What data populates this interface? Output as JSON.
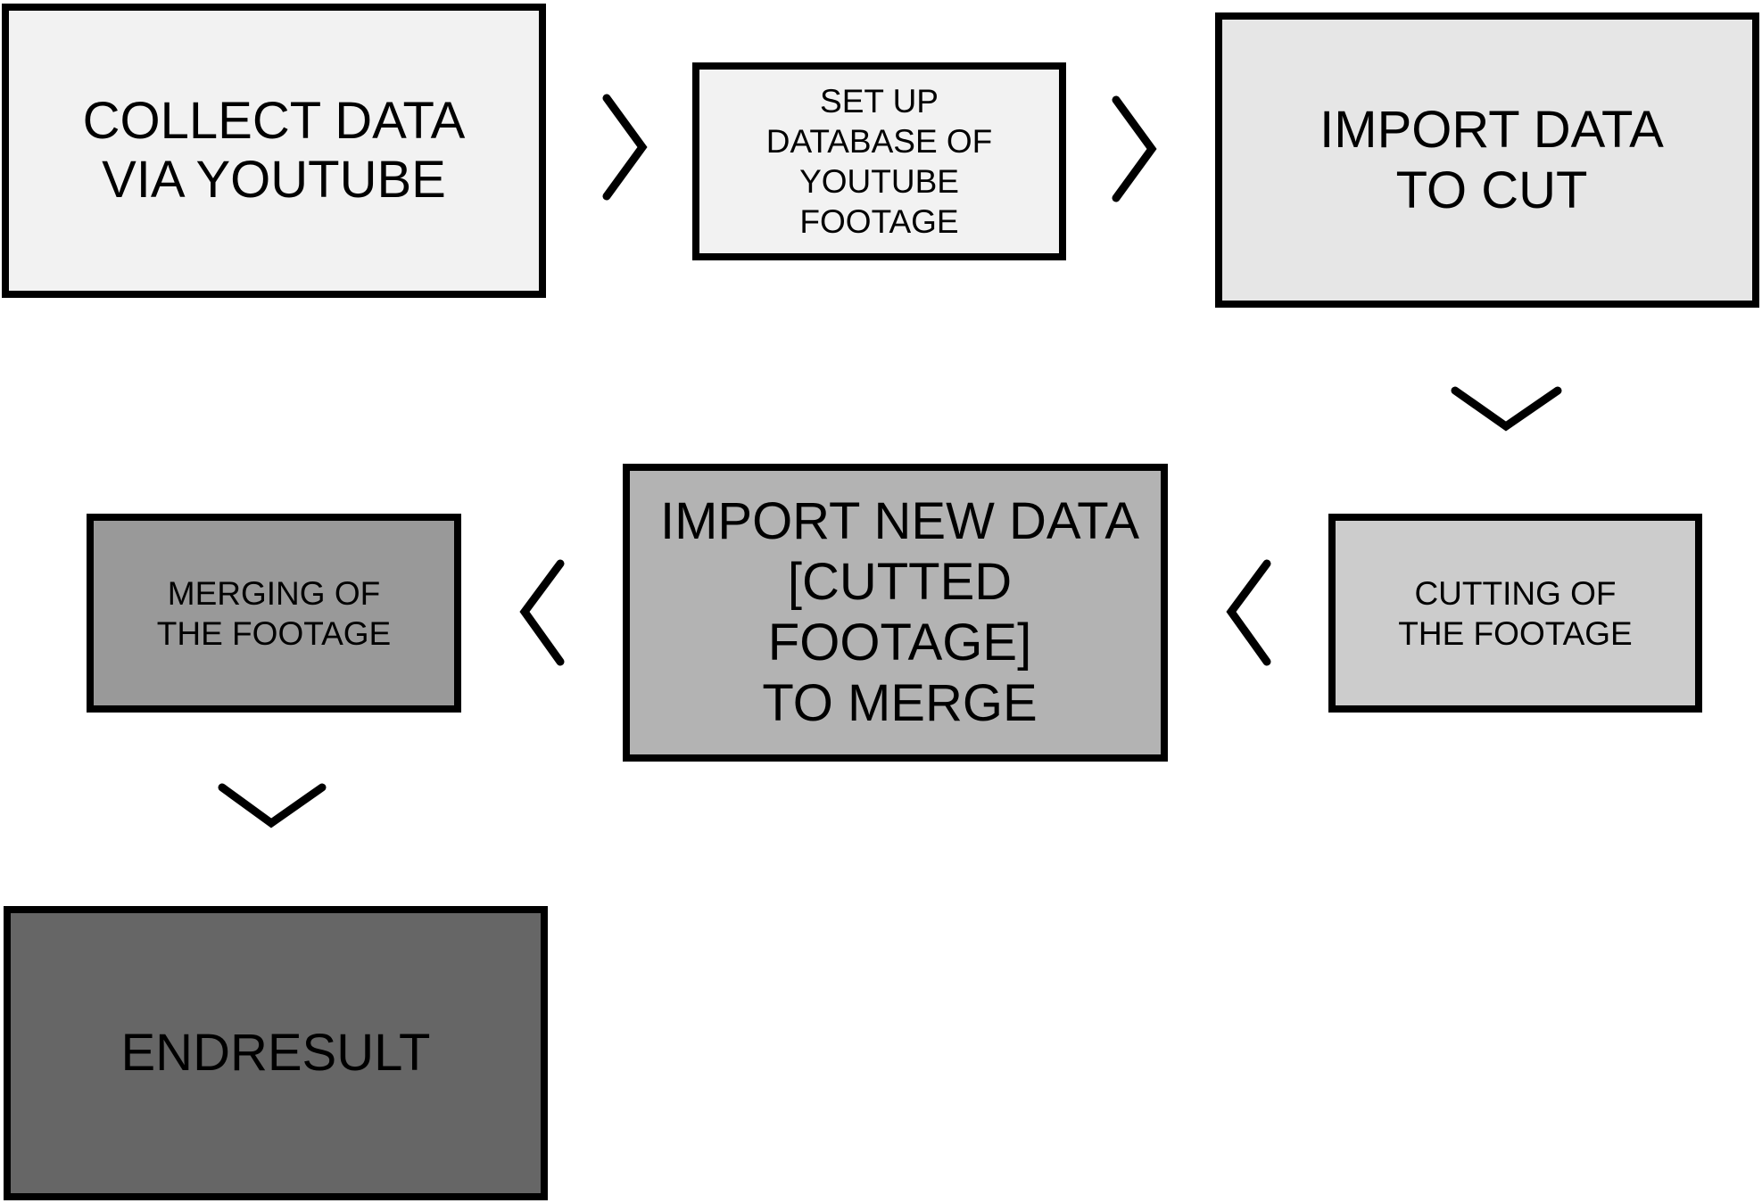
{
  "colors": {
    "border": "#000000",
    "text": "#000000",
    "arrow": "#000000",
    "step_1_fill": "#f2f2f2",
    "step_2_fill": "#f2f2f2",
    "step_3_fill": "#e6e6e6",
    "step_4_fill": "#cccccc",
    "step_5_fill": "#b3b3b3",
    "step_6_fill": "#999999",
    "step_7_fill": "#666666"
  },
  "steps": [
    {
      "id": "step-1",
      "lines": [
        "COLLECT DATA",
        "VIA YOUTUBE"
      ]
    },
    {
      "id": "step-2",
      "lines": [
        "SET UP",
        "DATABASE OF",
        "YOUTUBE",
        "FOOTAGE"
      ]
    },
    {
      "id": "step-3",
      "lines": [
        "IMPORT DATA",
        "TO CUT"
      ]
    },
    {
      "id": "step-4",
      "lines": [
        "CUTTING OF",
        "THE FOOTAGE"
      ]
    },
    {
      "id": "step-5",
      "lines": [
        "IMPORT NEW DATA",
        "[CUTTED",
        "FOOTAGE]",
        "TO MERGE"
      ]
    },
    {
      "id": "step-6",
      "lines": [
        "MERGING OF",
        "THE FOOTAGE"
      ]
    },
    {
      "id": "step-7",
      "lines": [
        "ENDRESULT"
      ]
    }
  ],
  "connectors": [
    {
      "from": "step-1",
      "to": "step-2",
      "icon": "chevron-right-icon"
    },
    {
      "from": "step-2",
      "to": "step-3",
      "icon": "chevron-right-icon"
    },
    {
      "from": "step-3",
      "to": "step-4",
      "icon": "chevron-down-icon"
    },
    {
      "from": "step-4",
      "to": "step-5",
      "icon": "chevron-left-icon"
    },
    {
      "from": "step-5",
      "to": "step-6",
      "icon": "chevron-left-icon"
    },
    {
      "from": "step-6",
      "to": "step-7",
      "icon": "chevron-down-icon"
    }
  ]
}
